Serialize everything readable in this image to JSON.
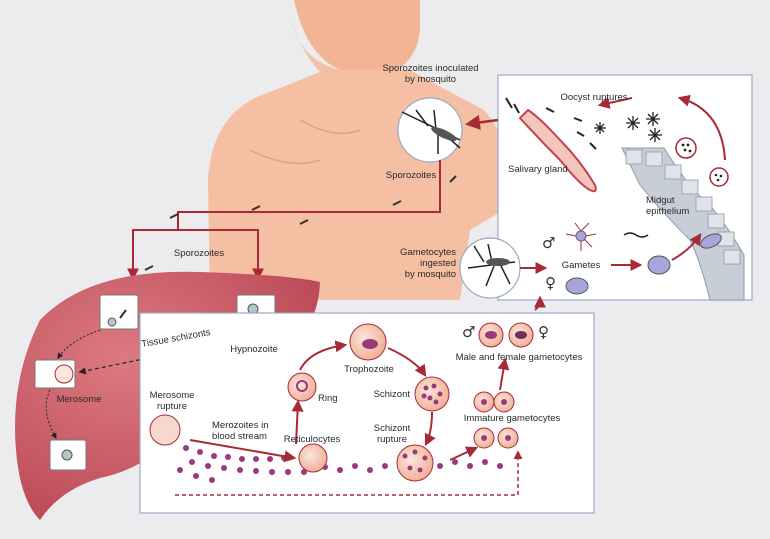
{
  "labels": {
    "sporozoites_inoculated": "Sporozoites inoculated\nby mosquito",
    "oocyst_ruptures": "Oocyst ruptures",
    "salivary_gland": "Salivary gland",
    "midgut_epithelium": "Midgut\nepithelium",
    "sporozoites_body": "Sporozoites",
    "sporozoites_liver": "Sporozoites",
    "gametocytes_ingested": "Gametocytes\ningested\nby mosquito",
    "gametes": "Gametes",
    "tissue_schizonts": "Tissue schizonts",
    "hypnozoite": "Hypnozoite",
    "merosome": "Merosome",
    "merosome_rupture": "Merosome\nrupture",
    "merozoites_blood": "Merozoites in\nblood stream",
    "reticulocytes": "Reticulocytes",
    "ring": "Ring",
    "trophozoite": "Trophozoite",
    "schizont": "Schizont",
    "schizont_rupture": "Schizont\nrupture",
    "male_female_gametocytes": "Male and female gametocytes",
    "immature_gametocytes": "Immature gametocytes"
  },
  "symbols": {
    "male": "♂",
    "female": "♀"
  },
  "colors": {
    "background": "#ececee",
    "skin": "#f4bfa2",
    "liver": "#c8545e",
    "liver_light": "#e6a0a4",
    "arrow": "#a82a36",
    "parasite_dot": "#9a3a7a",
    "cell_fill": "#f6d8cc",
    "panel_fill": "#ffffff",
    "panel_border": "#9aa9c6",
    "midgut": "#c7ced8"
  }
}
